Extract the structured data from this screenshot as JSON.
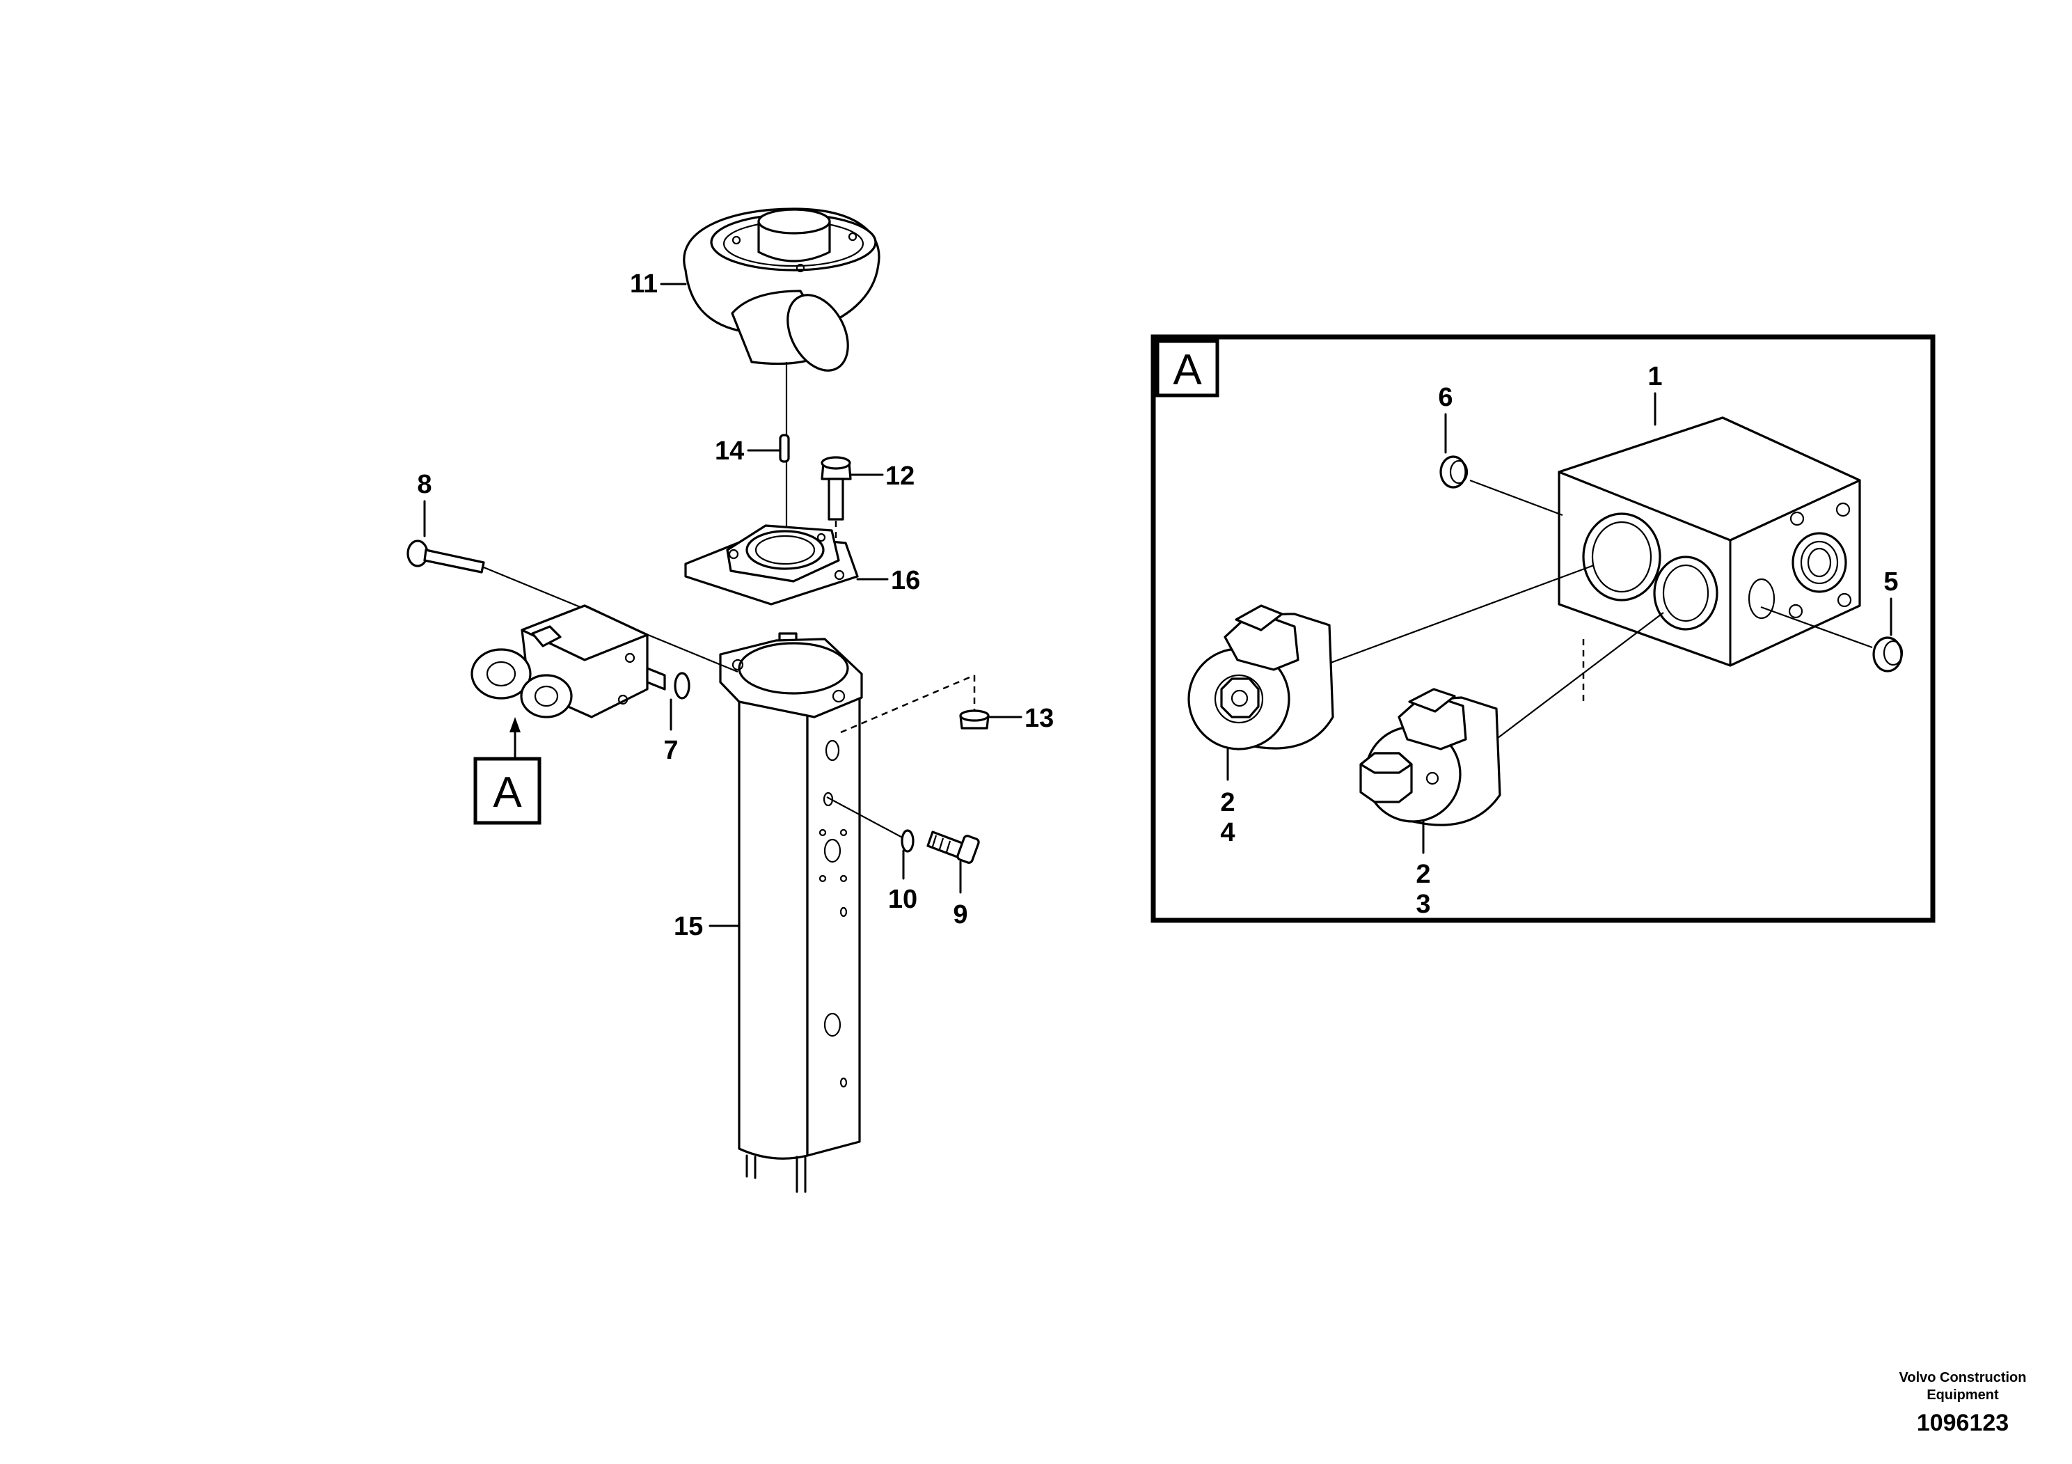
{
  "labels": {
    "p1": "1",
    "p2a": "2",
    "p4": "4",
    "p2b": "2",
    "p3": "3",
    "p5": "5",
    "p6": "6",
    "p7": "7",
    "p8": "8",
    "p9": "9",
    "p10": "10",
    "p11": "11",
    "p12": "12",
    "p13": "13",
    "p14": "14",
    "p15": "15",
    "p16": "16"
  },
  "detail": {
    "ref": "A",
    "box": "A"
  },
  "footer": {
    "company_line1": "Volvo Construction",
    "company_line2": "Equipment",
    "doc_number": "1096123"
  }
}
